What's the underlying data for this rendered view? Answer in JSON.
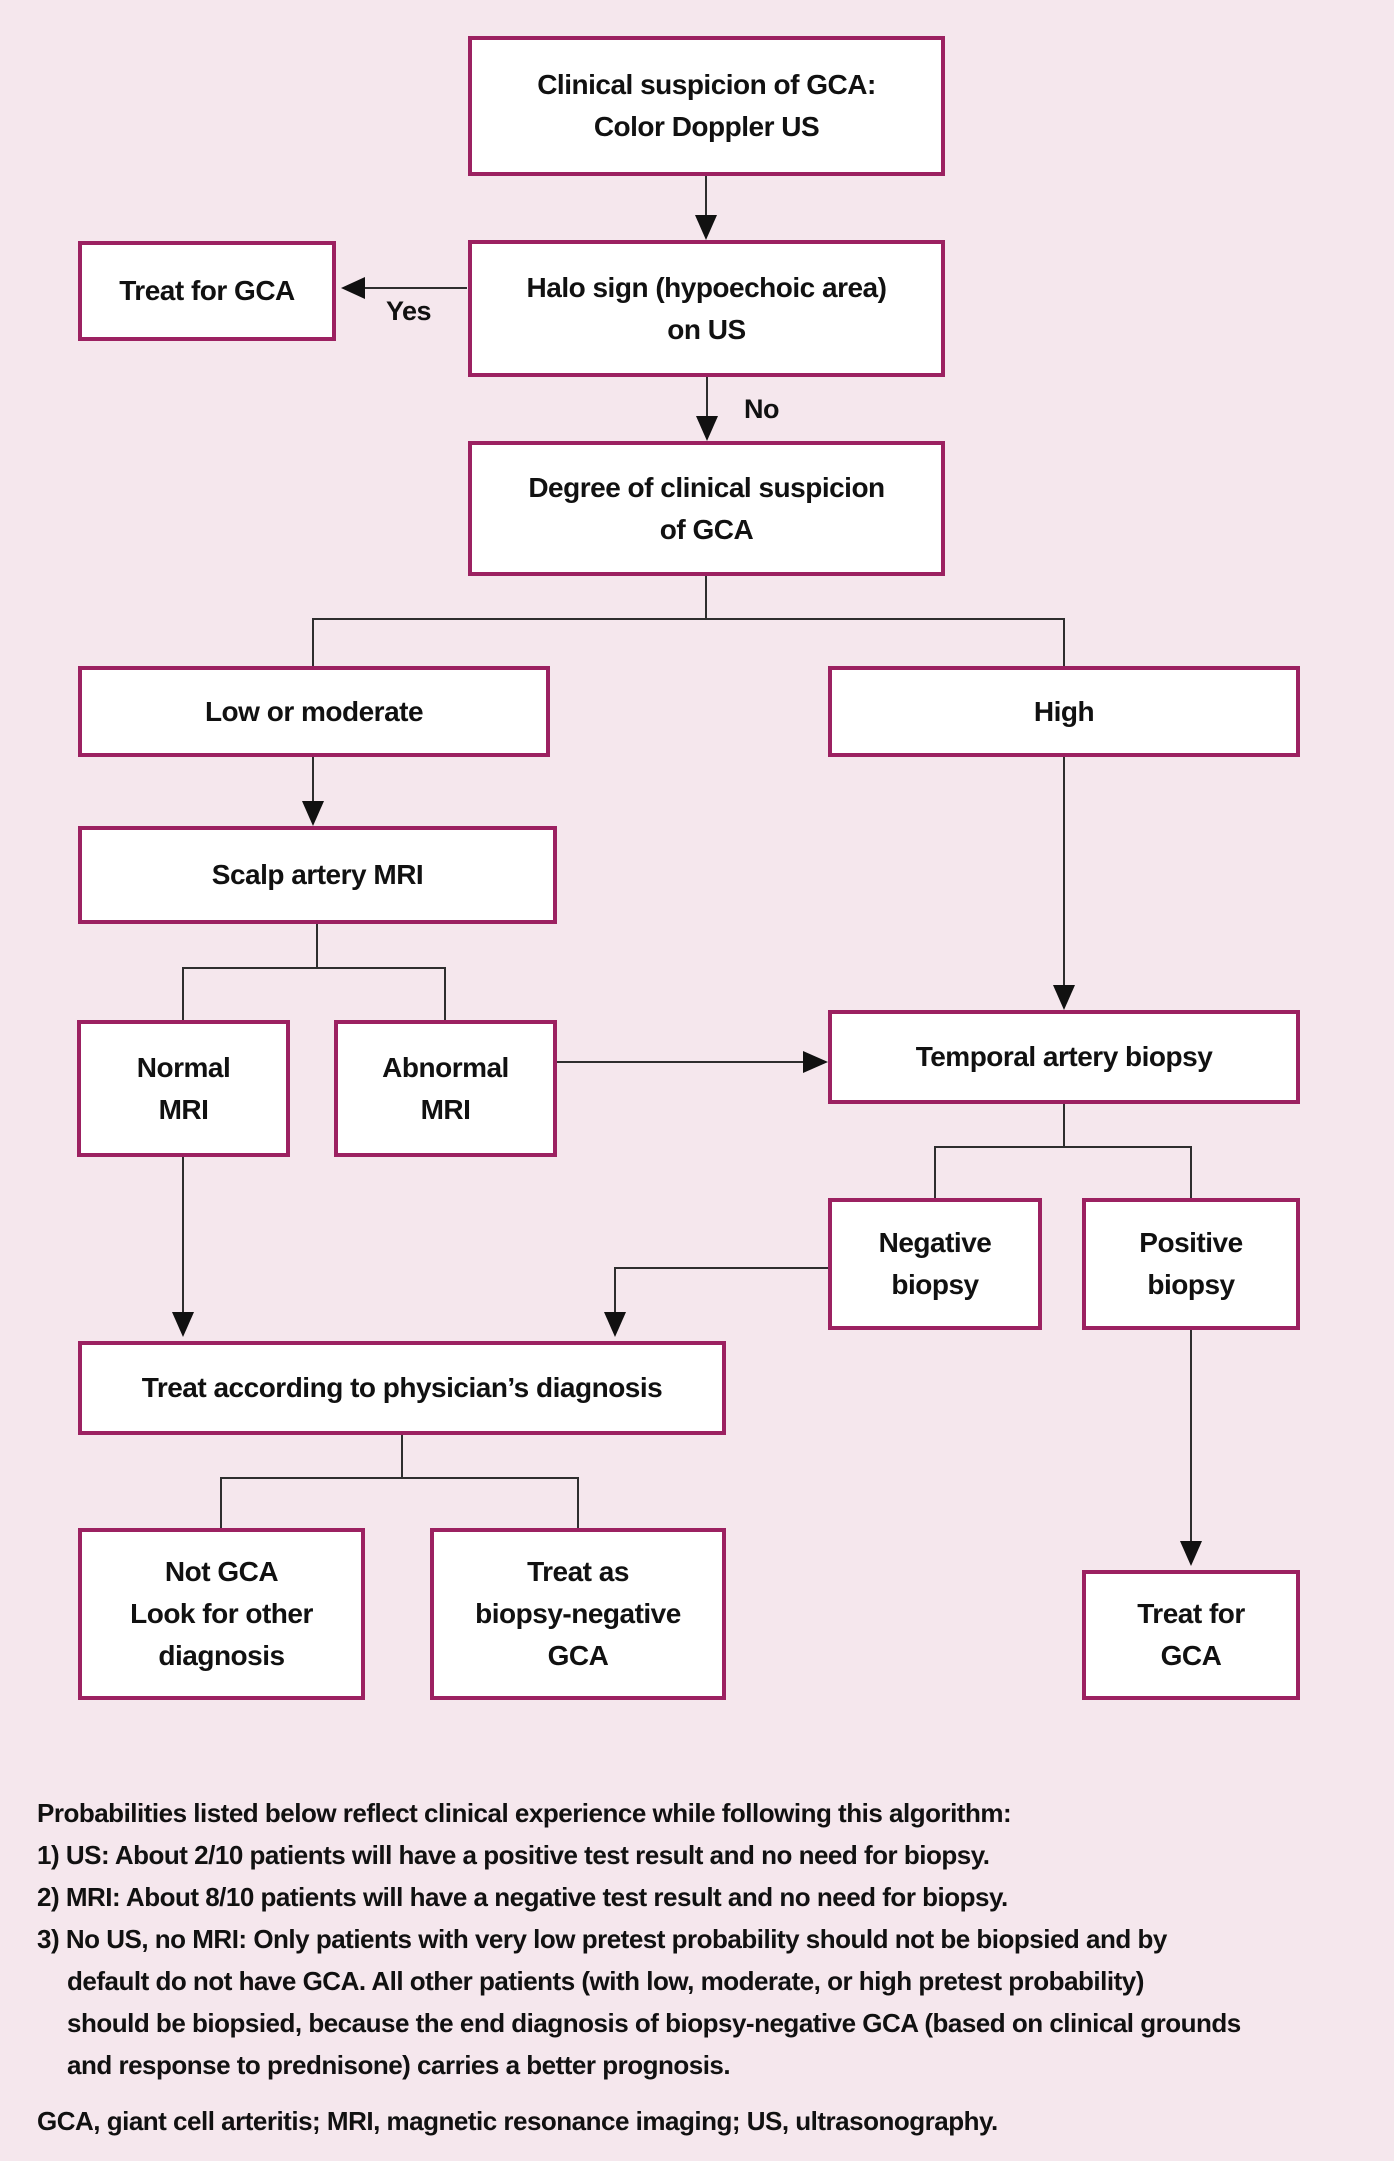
{
  "colors": {
    "background": "#f5e7ed",
    "box_border": "#9c2161",
    "box_fill": "#ffffff",
    "connector": "#2e2e2e",
    "text": "#111111"
  },
  "flowchart": {
    "nodes": {
      "clinical_suspicion": "Clinical suspicion of GCA:\nColor Doppler US",
      "halo_sign": "Halo sign (hypoechoic area)\non US",
      "treat_gca_top": "Treat for GCA",
      "degree_suspicion": "Degree of clinical suspicion\nof GCA",
      "low_moderate": "Low or moderate",
      "high": "High",
      "scalp_mri": "Scalp artery MRI",
      "normal_mri": "Normal\nMRI",
      "abnormal_mri": "Abnormal\nMRI",
      "temporal_biopsy": "Temporal artery biopsy",
      "negative_biopsy": "Negative\nbiopsy",
      "positive_biopsy": "Positive\nbiopsy",
      "treat_physician": "Treat according to physician’s diagnosis",
      "not_gca": "Not GCA\nLook for other\ndiagnosis",
      "treat_biopsy_negative": "Treat as\nbiopsy-negative\nGCA",
      "treat_gca_bottom": "Treat for\nGCA"
    },
    "edge_labels": {
      "yes": "Yes",
      "no": "No"
    }
  },
  "footer": {
    "lines": [
      "Probabilities listed below reflect clinical experience while following this algorithm:",
      "1) US: About 2/10 patients will have a positive test result and no need for biopsy.",
      "2) MRI: About 8/10 patients will have a negative test result and no need for biopsy.",
      "3) No US, no MRI: Only patients with very low pretest probability should not be biopsied and by",
      "default do not have GCA. All other patients (with low, moderate, or high pretest probability)",
      "should be biopsied, because the end diagnosis of biopsy-negative GCA (based on clinical grounds",
      "and response to prednisone) carries a better prognosis.",
      "GCA, giant cell arteritis; MRI, magnetic resonance imaging; US, ultrasonography."
    ]
  }
}
